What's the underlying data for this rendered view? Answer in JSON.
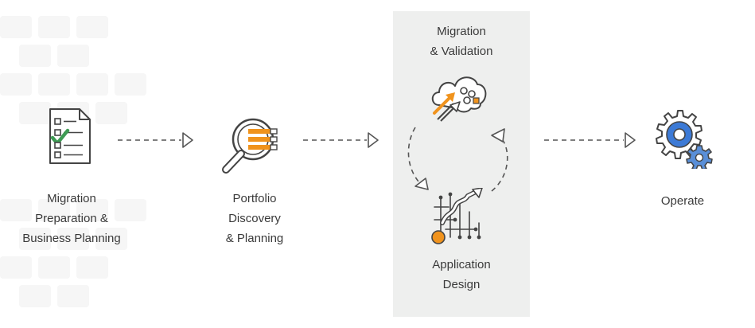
{
  "diagram": {
    "stages": [
      {
        "lines": [
          "Migration",
          "Preparation &",
          "Business Planning"
        ],
        "icon": "checklist-icon"
      },
      {
        "lines": [
          "Portfolio",
          "Discovery",
          "& Planning"
        ],
        "icon": "magnifier-icon"
      },
      {
        "lines": [
          "Migration",
          "& Validation"
        ],
        "icon": "cloud-migration-icon"
      },
      {
        "lines": [
          "Application",
          "Design"
        ],
        "icon": "circuit-design-icon"
      },
      {
        "lines": [
          "Operate"
        ],
        "icon": "gears-icon"
      }
    ],
    "colors": {
      "accent_orange": "#f0931d",
      "accent_green": "#3e9b54",
      "accent_blue": "#3c7ad6",
      "gear_blue": "#5a8fd8",
      "line_dark": "#444444",
      "panel_gray": "#eeefee"
    }
  }
}
